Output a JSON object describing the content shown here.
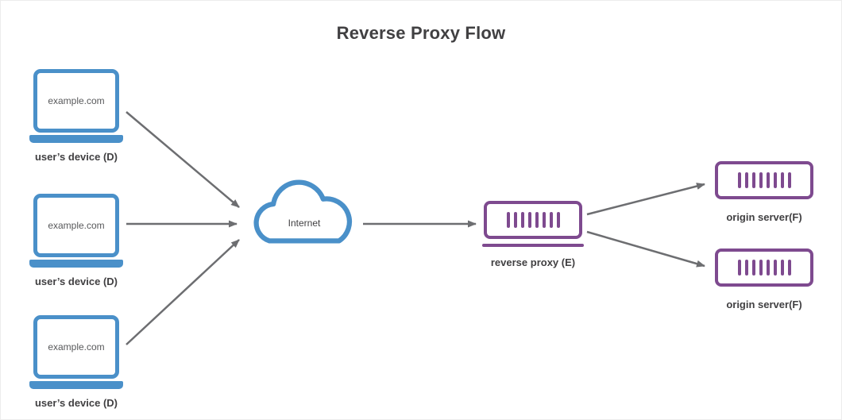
{
  "title": "Reverse Proxy Flow",
  "colors": {
    "blue": "#4a90c9",
    "purple": "#7e4a8f",
    "arrow": "#6d6e71",
    "text": "#414042",
    "muted": "#58595b"
  },
  "nodes": {
    "device1": {
      "screen_text": "example.com",
      "label": "user’s device (D)"
    },
    "device2": {
      "screen_text": "example.com",
      "label": "user’s device (D)"
    },
    "device3": {
      "screen_text": "example.com",
      "label": "user’s device (D)"
    },
    "internet": {
      "label": "Internet"
    },
    "reverse_proxy": {
      "label": "reverse proxy (E)"
    },
    "origin_server1": {
      "label": "origin server(F)"
    },
    "origin_server2": {
      "label": "origin server(F)"
    }
  },
  "edges": [
    {
      "from": "device1",
      "to": "internet"
    },
    {
      "from": "device2",
      "to": "internet"
    },
    {
      "from": "device3",
      "to": "internet"
    },
    {
      "from": "internet",
      "to": "reverse_proxy"
    },
    {
      "from": "reverse_proxy",
      "to": "origin_server1"
    },
    {
      "from": "reverse_proxy",
      "to": "origin_server2"
    }
  ]
}
